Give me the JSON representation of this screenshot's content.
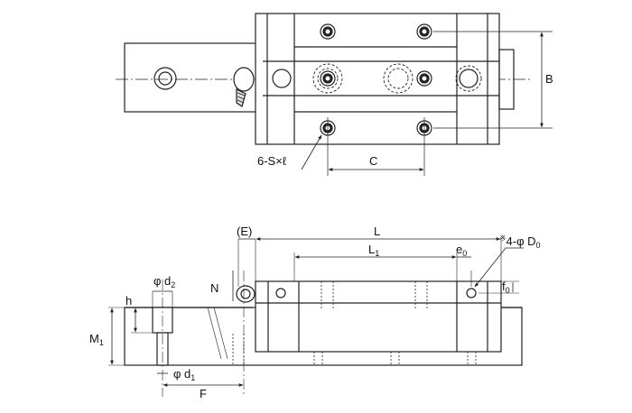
{
  "labels": {
    "callout_top": "6-S×ℓ",
    "dim_C": "C",
    "dim_B": "B",
    "dim_E": "(E)",
    "dim_L": "L",
    "dim_L1_main": "L",
    "dim_L1_sub": "1",
    "dim_e0_main": "e",
    "dim_e0_sub": "0",
    "dim_D0_prefix": "※",
    "dim_D0_main": "4-φ D",
    "dim_D0_sub": "0",
    "dim_N": "N",
    "dim_f0_main": "f",
    "dim_f0_sub": "0",
    "dim_h": "h",
    "dim_d2_main": "φ d",
    "dim_d2_sub": "2",
    "dim_M1_main": "M",
    "dim_M1_sub": "1",
    "dim_d1_main": "φ d",
    "dim_d1_sub": "1",
    "dim_F": "F"
  },
  "colors": {
    "line": "#222222",
    "fill_light": "#f2f2f2",
    "fill_mid": "#d9d9d9"
  }
}
